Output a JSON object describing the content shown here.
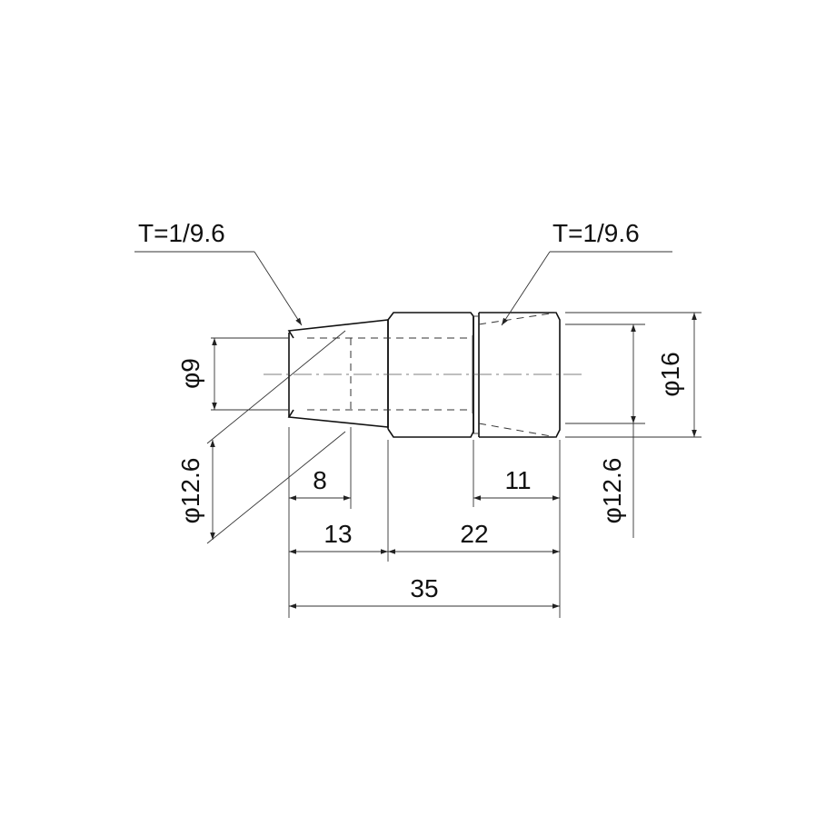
{
  "taper_left": "T=1/9.6",
  "taper_right": "T=1/9.6",
  "diameter_inner": "φ9",
  "diameter_outer": "φ16",
  "diameter_taper_left": "φ12.6",
  "diameter_taper_right": "φ12.6",
  "len_left_taper": "8",
  "len_left_section": "13",
  "len_right_section": "22",
  "len_right_taper": "11",
  "len_total": "35"
}
